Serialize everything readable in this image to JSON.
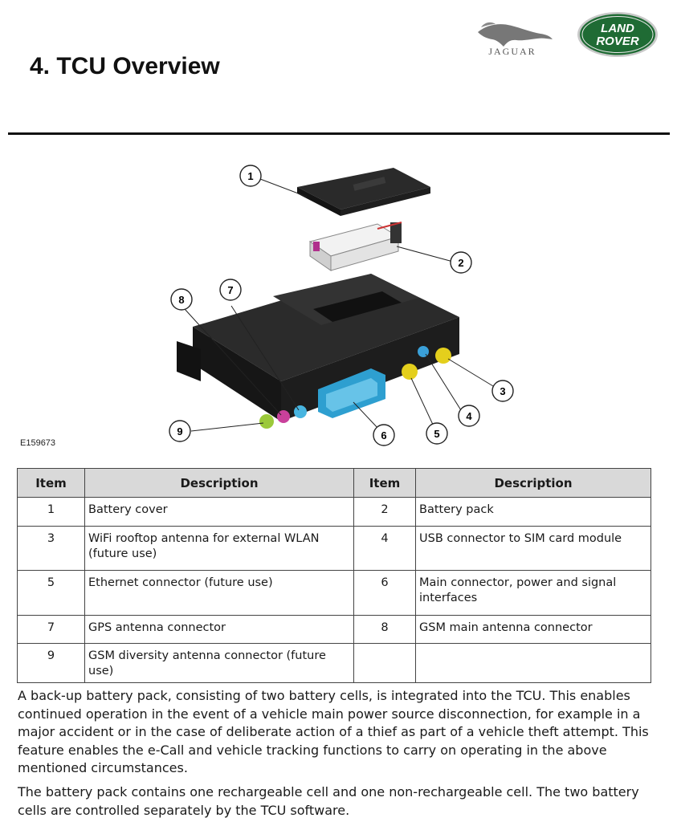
{
  "header": {
    "title": "4. TCU Overview",
    "brands": {
      "jaguar": "JAGUAR",
      "landrover_line1": "LAND",
      "landrover_line2": "ROVER",
      "landrover_color": "#1f6b34"
    }
  },
  "figure": {
    "id": "E159673",
    "callouts": [
      "1",
      "2",
      "3",
      "4",
      "5",
      "6",
      "7",
      "8",
      "9"
    ]
  },
  "table": {
    "headers": [
      "Item",
      "Description",
      "Item",
      "Description"
    ],
    "rows": [
      {
        "item_a": "1",
        "desc_a": "Battery cover",
        "item_b": "2",
        "desc_b": "Battery pack"
      },
      {
        "item_a": "3",
        "desc_a": "WiFi rooftop antenna for external WLAN (future use)",
        "item_b": "4",
        "desc_b": "USB connector to SIM card module"
      },
      {
        "item_a": "5",
        "desc_a": "Ethernet connector (future use)",
        "item_b": "6",
        "desc_b": "Main connector, power and signal interfaces"
      },
      {
        "item_a": "7",
        "desc_a": "GPS antenna connector",
        "item_b": "8",
        "desc_b": "GSM main antenna connector"
      },
      {
        "item_a": "9",
        "desc_a": "GSM diversity antenna connector (future use)",
        "item_b": "",
        "desc_b": ""
      }
    ]
  },
  "body": {
    "paragraph1": "A back-up battery pack, consisting of two battery cells, is integrated into the TCU. This enables continued operation in the event of a vehicle main power source disconnection, for example in a major accident or in the case of deliberate action of a thief as part of a vehicle theft attempt. This feature enables the e-Call and vehicle tracking functions to carry on operating in the above mentioned circumstances.",
    "paragraph2": "The battery pack contains one rechargeable cell and one non-rechargeable cell. The two battery cells are controlled separately by the TCU software."
  }
}
